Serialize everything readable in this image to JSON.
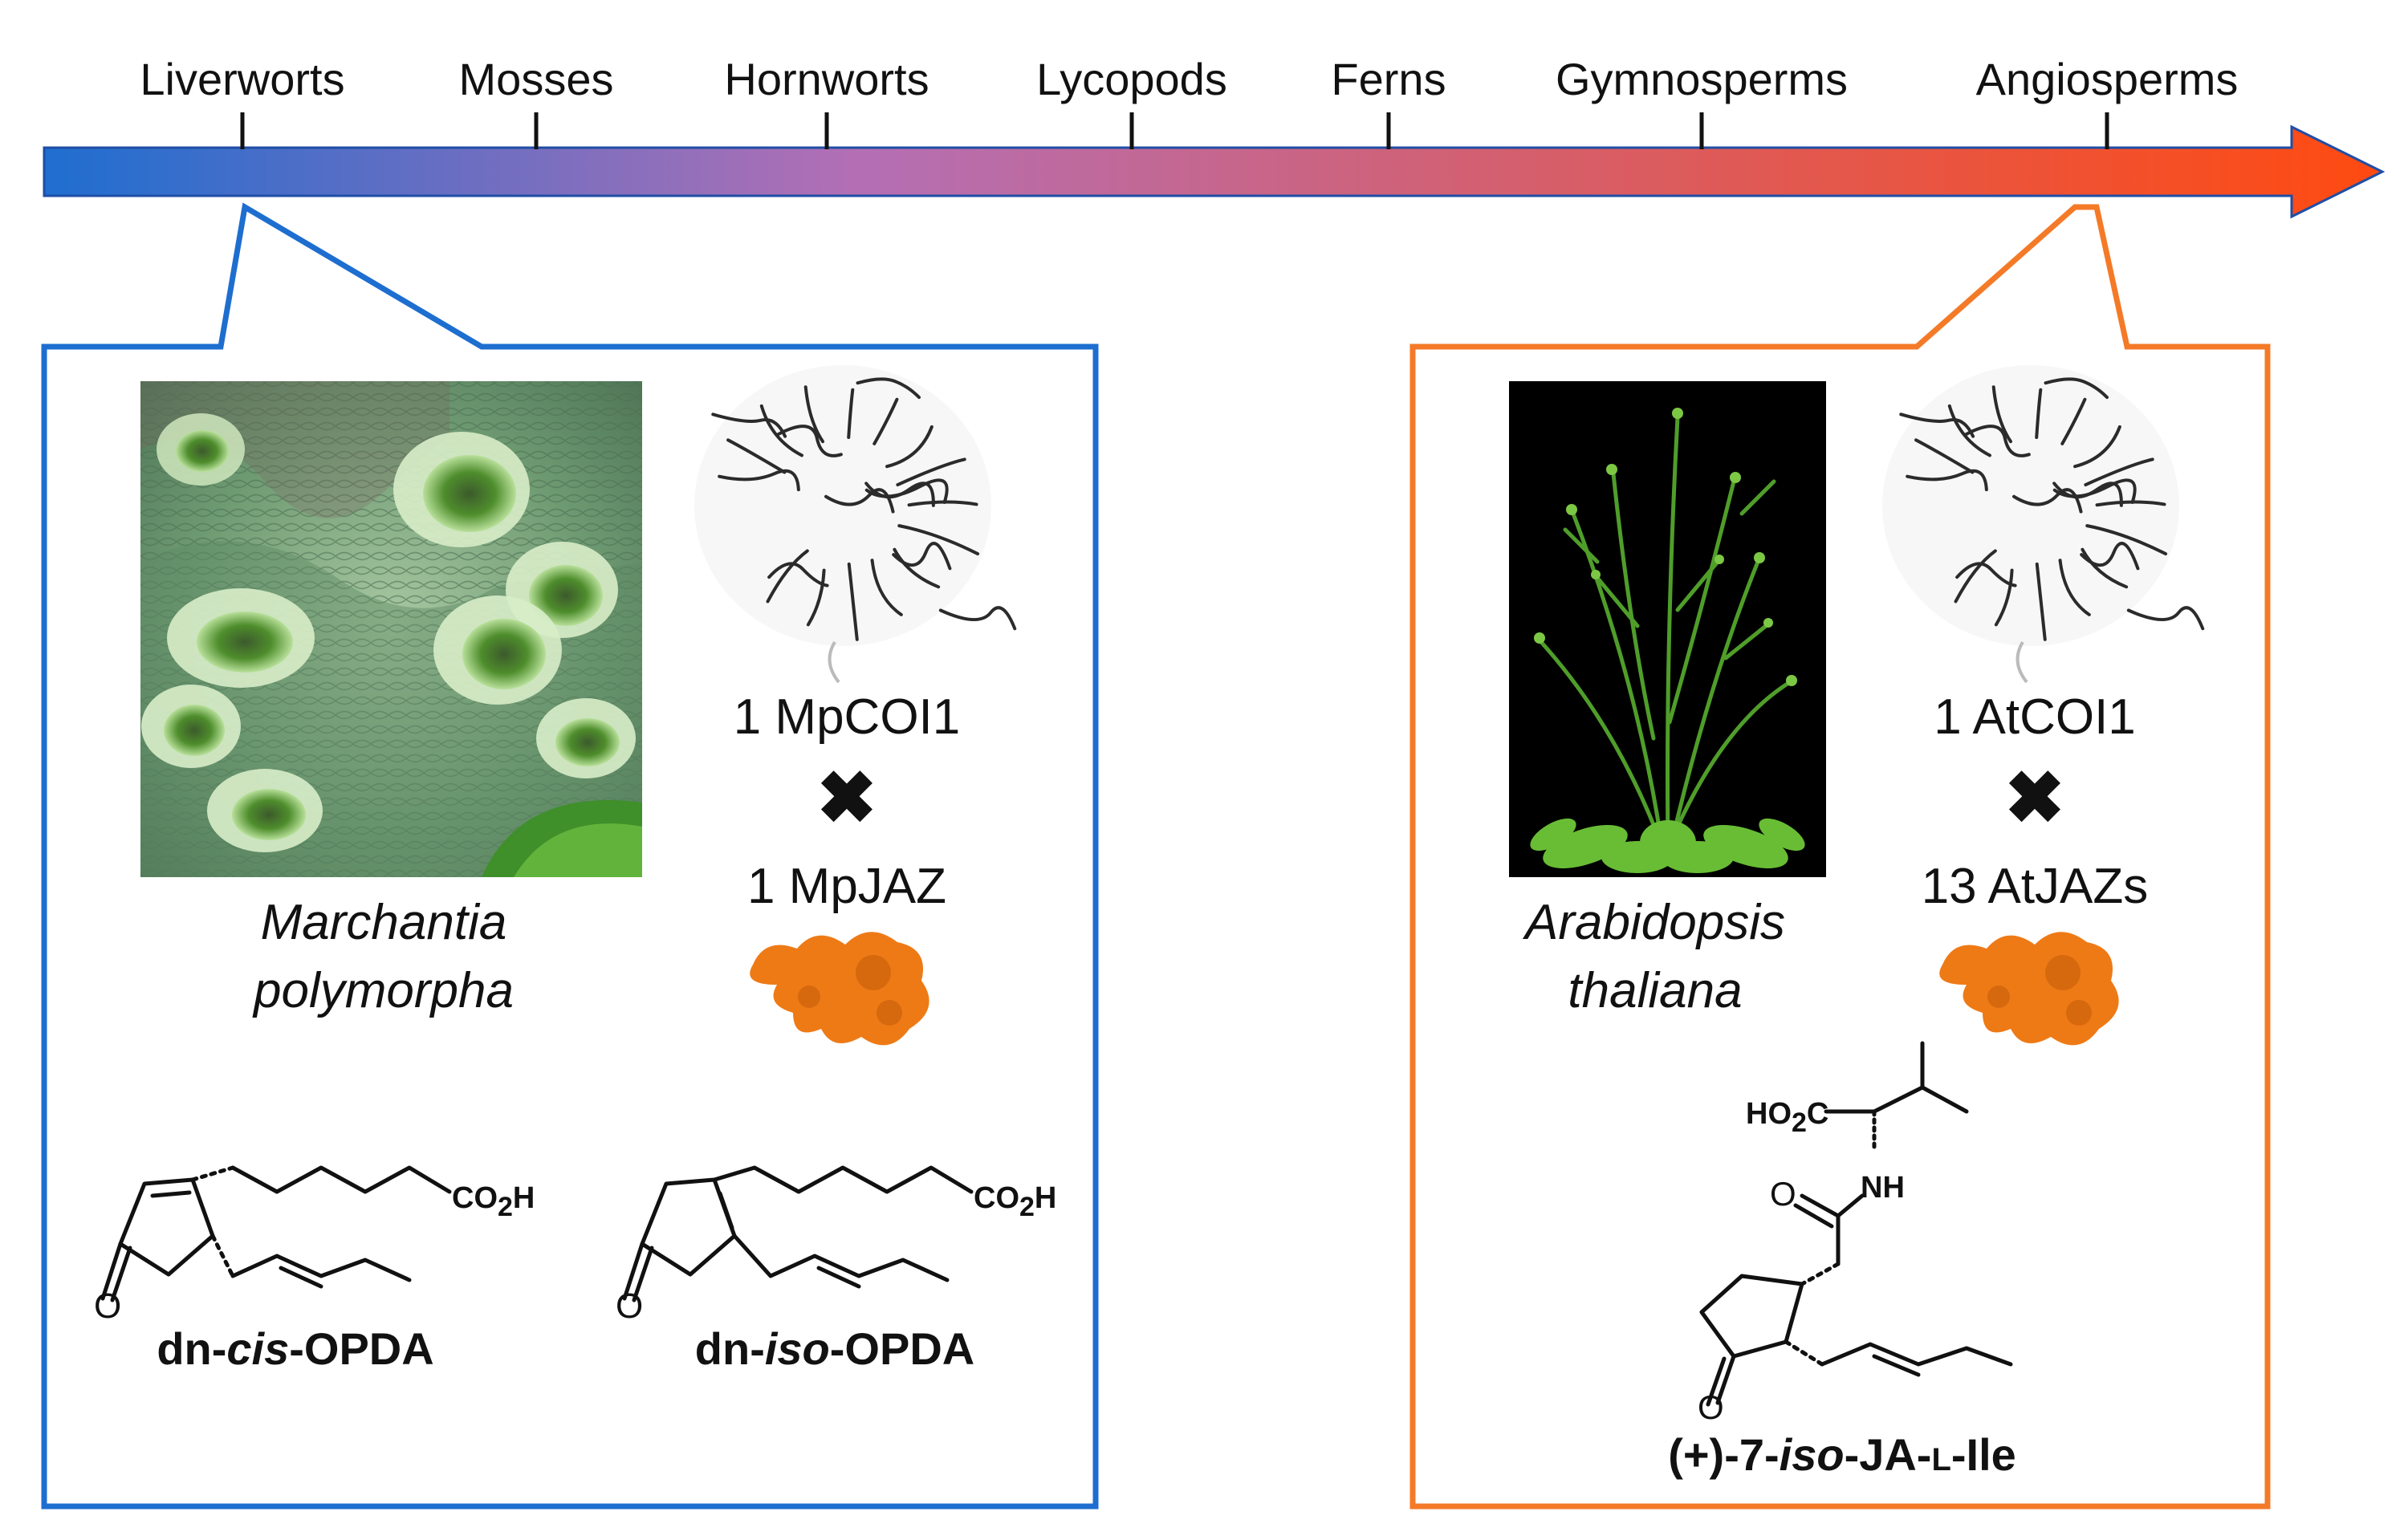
{
  "colors": {
    "timeline_start": "#1e6ed0",
    "timeline_mid": "#b46fb4",
    "timeline_end": "#ff4a10",
    "left_panel": "#1e6ed0",
    "right_panel": "#f47a28",
    "jaz": "#ee7a16",
    "plant_bg": "#000000"
  },
  "timeline": {
    "taxa": [
      "Liverworts",
      "Mosses",
      "Hornworts",
      "Lycopods",
      "Ferns",
      "Gymnosperms",
      "Angiosperms"
    ]
  },
  "left_panel": {
    "species_line1": "Marchantia",
    "species_line2": "polymorpha",
    "coi1_label": "1 MpCOI1",
    "cross": "✖",
    "jaz_label": "1 MpJAZ",
    "compound1": {
      "prefix": "dn-",
      "italic": "cis",
      "suffix": "-OPDA"
    },
    "compound2": {
      "prefix": "dn-",
      "italic": "iso",
      "suffix": "-OPDA"
    },
    "co2h_main": "CO",
    "co2h_sub": "2",
    "co2h_end": "H",
    "ketone": "O"
  },
  "right_panel": {
    "species_line1": "Arabidopsis",
    "species_line2": "thaliana",
    "coi1_label": "1 AtCOI1",
    "cross": "✖",
    "jaz_label": "13 AtJAZs",
    "compound": {
      "prefix": "(+)-7-",
      "italic": "iso",
      "middle": "-JA-",
      "smallcaps": "L",
      "suffix": "-Ile"
    },
    "ho2c_main": "HO",
    "ho2c_sub": "2",
    "ho2c_end": "C",
    "amide_o": "O",
    "nh": "NH",
    "ketone": "O"
  }
}
